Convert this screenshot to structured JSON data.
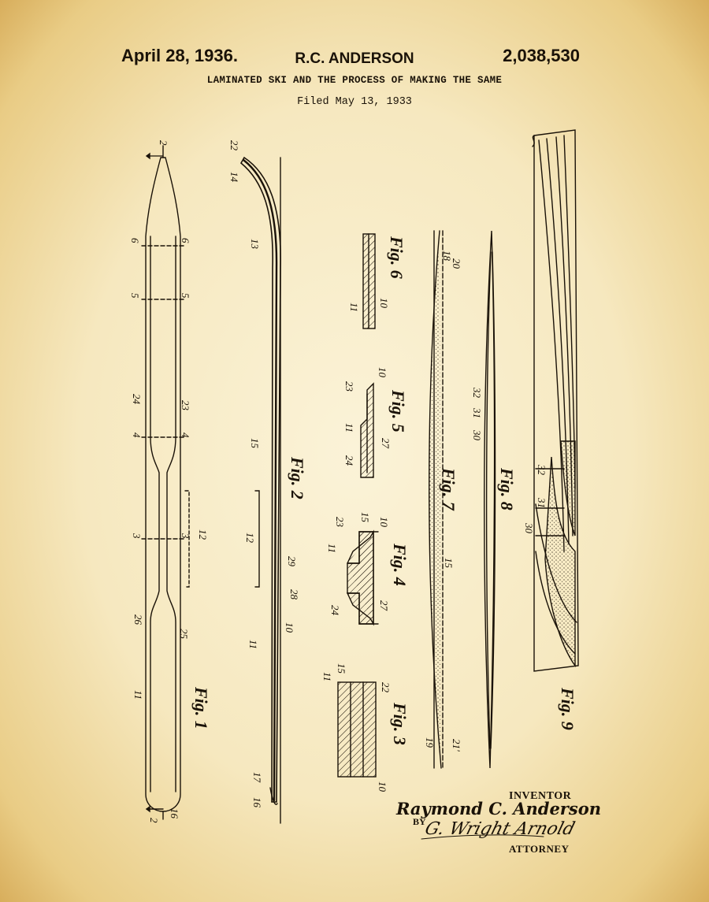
{
  "header": {
    "date": "April 28, 1936.",
    "inventor_name": "R.C. ANDERSON",
    "patent_number": "2,038,530",
    "title": "LAMINATED SKI AND THE PROCESS OF MAKING THE SAME",
    "filed": "Filed May 13, 1933"
  },
  "figures": {
    "fig1": "Fig. 1",
    "fig2": "Fig. 2",
    "fig3": "Fig. 3",
    "fig4": "Fig. 4",
    "fig5": "Fig. 5",
    "fig6": "Fig. 6",
    "fig7": "Fig. 7",
    "fig8": "Fig. 8",
    "fig9": "Fig. 9"
  },
  "reference_numerals": {
    "fig1_top_2": "2",
    "fig1_6a": "6",
    "fig1_6b": "6",
    "fig1_5a": "5",
    "fig1_5b": "5",
    "fig1_24": "24",
    "fig1_23": "23",
    "fig1_4a": "4",
    "fig1_4b": "4",
    "fig1_3a": "3",
    "fig1_3b": "3",
    "fig1_12": "12",
    "fig1_26": "26",
    "fig1_25": "25",
    "fig1_11": "11",
    "fig1_bottom_2": "2",
    "fig1_16": "16",
    "fig2_22": "22",
    "fig2_14": "14",
    "fig2_13": "13",
    "fig2_15": "15",
    "fig2_12": "12",
    "fig2_29": "29",
    "fig2_28": "28",
    "fig2_10": "10",
    "fig2_11": "11",
    "fig2_17": "17",
    "fig2_16": "16",
    "fig6_11": "11",
    "fig6_10": "10",
    "fig5_10": "10",
    "fig5_23": "23",
    "fig5_11": "11",
    "fig5_24": "24",
    "fig5_27": "27",
    "fig4_23": "23",
    "fig4_15": "15",
    "fig4_10": "10",
    "fig4_11": "11",
    "fig4_24": "24",
    "fig4_27": "27",
    "fig3_11": "11",
    "fig3_15": "15",
    "fig3_22": "22",
    "fig3_10": "10",
    "fig7_18": "18",
    "fig7_20": "20",
    "fig7_15": "15",
    "fig7_19": "19",
    "fig7_21": "21'",
    "fig8_30": "30",
    "fig8_31": "31",
    "fig8_32": "32",
    "fig9_32": "32",
    "fig9_31": "31",
    "fig9_30": "30"
  },
  "signatures": {
    "inventor_label": "INVENTOR",
    "inventor_signature": "Raymond C. Anderson",
    "by": "BY",
    "attorney_signature": "G. Wright Arnold",
    "attorney_label": "ATTORNEY"
  },
  "colors": {
    "paper": "#f7ecc8",
    "ink": "#1a1208"
  }
}
